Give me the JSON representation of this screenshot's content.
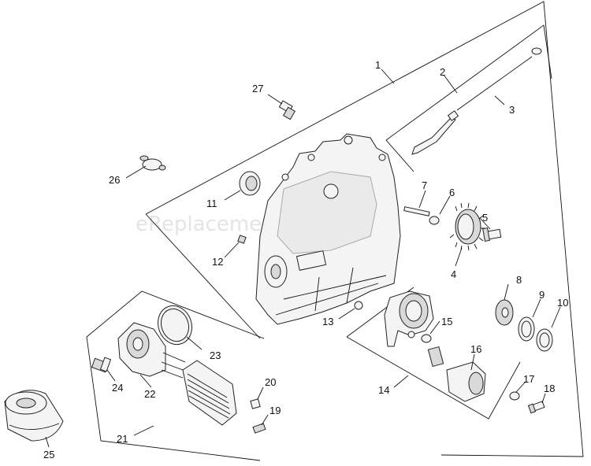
{
  "watermark": "eReplacementParts.com",
  "labels": {
    "l1": "1",
    "l2": "2",
    "l3": "3",
    "l4": "4",
    "l5": "5",
    "l6": "6",
    "l7": "7",
    "l8": "8",
    "l9": "9",
    "l10": "10",
    "l11": "11",
    "l12": "12",
    "l13": "13",
    "l14": "14",
    "l15": "15",
    "l16": "16",
    "l17": "17",
    "l18": "18",
    "l19": "19",
    "l20": "20",
    "l21": "21",
    "l22": "22",
    "l23": "23",
    "l24": "24",
    "l25": "25",
    "l26": "26",
    "l27": "27"
  }
}
